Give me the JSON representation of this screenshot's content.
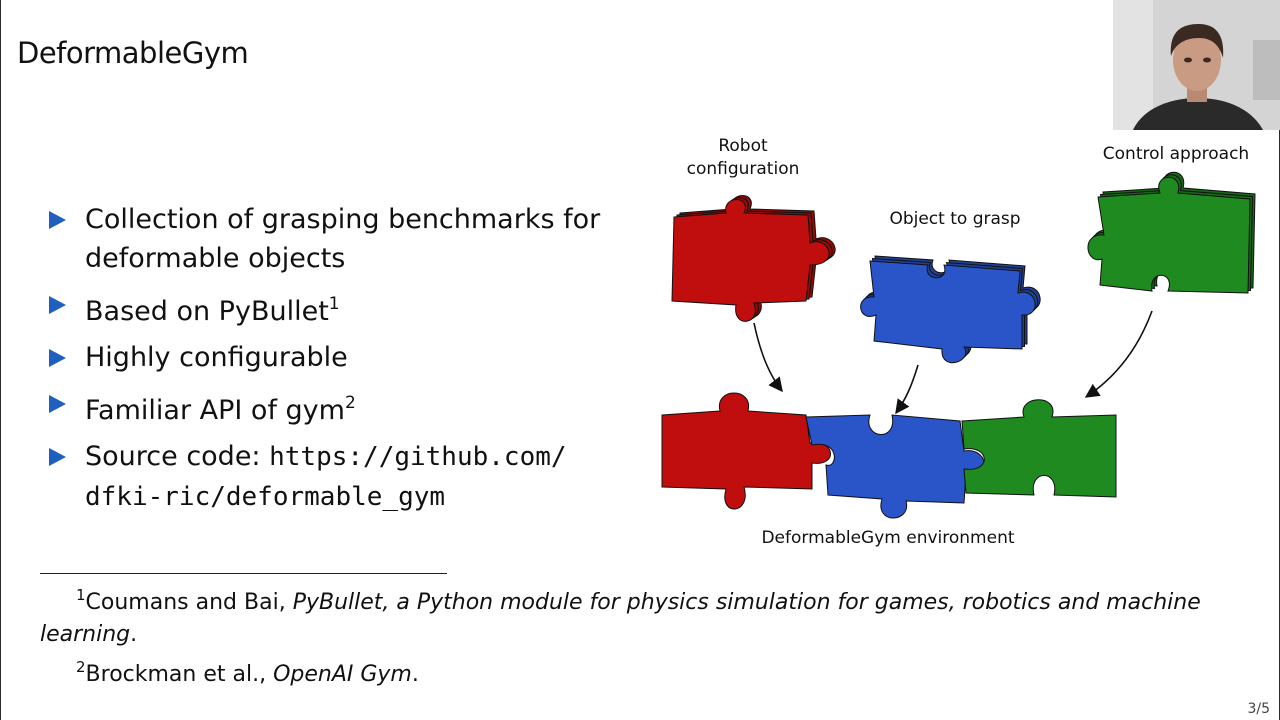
{
  "slide": {
    "title": "DeformableGym",
    "page_number": "3/5"
  },
  "bullets": [
    {
      "line1": "Collection of grasping benchmarks for",
      "line2": "deformable objects"
    },
    {
      "text": "Based on PyBullet",
      "footnote_ref": "1"
    },
    {
      "text": "Highly configurable"
    },
    {
      "text": "Familiar API of gym",
      "footnote_ref": "2"
    },
    {
      "label": "Source code:",
      "url_line1": "https://github.com/",
      "url_line2": "dfki-ric/deformable_gym"
    }
  ],
  "figure": {
    "labels": {
      "robot_line1": "Robot",
      "robot_line2": "configuration",
      "object": "Object to grasp",
      "control": "Control approach",
      "environment": "DeformableGym environment"
    },
    "colors": {
      "red": "#c00d0d",
      "blue": "#2a55c8",
      "green": "#1f8a1f"
    }
  },
  "footnotes": [
    {
      "mark": "1",
      "author": "Coumans and Bai, ",
      "title_line1": "PyBullet, a Python module for physics simulation for games, robotics and machine",
      "title_line2": "learning",
      "end": "."
    },
    {
      "mark": "2",
      "author": "Brockman et al., ",
      "title": "OpenAI Gym",
      "end": "."
    }
  ],
  "webcam": {
    "icon": "presenter-video-icon"
  }
}
